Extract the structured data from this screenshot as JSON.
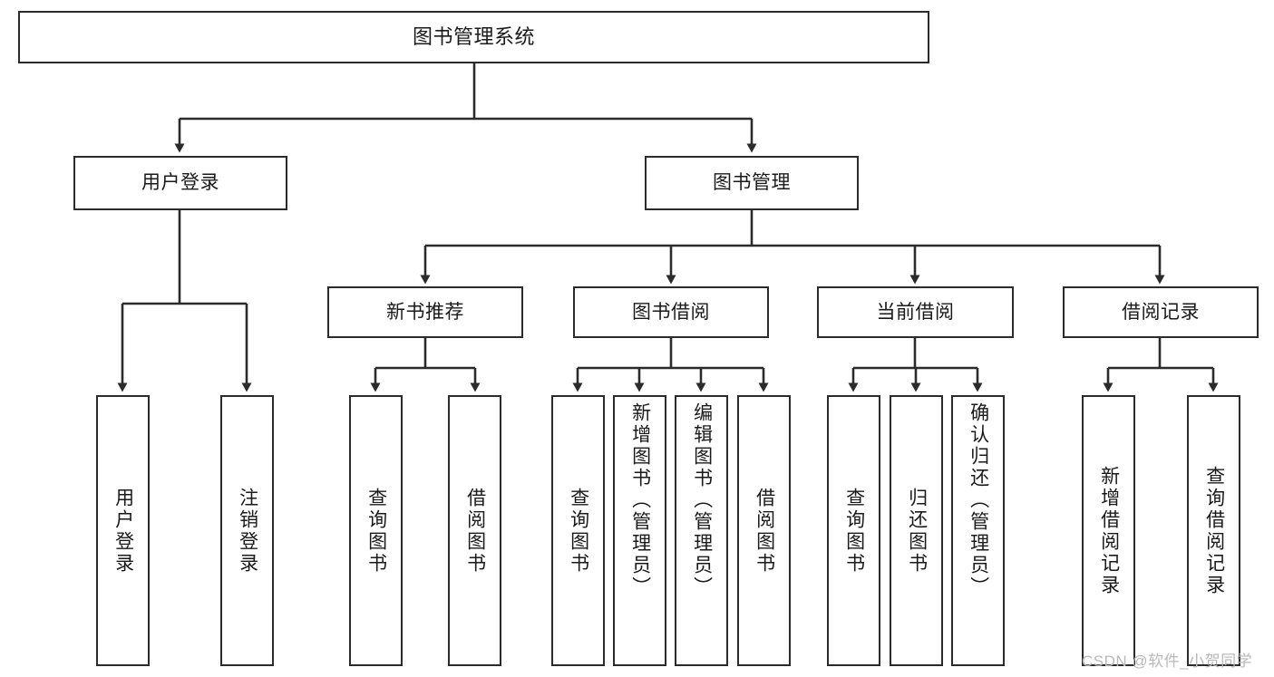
{
  "diagram": {
    "type": "tree-hierarchy-flowchart",
    "title": "图书管理系统",
    "root": {
      "id": "root",
      "label": "图书管理系统"
    },
    "level1": [
      {
        "id": "user-login",
        "label": "用户登录"
      },
      {
        "id": "book-management",
        "label": "图书管理"
      }
    ],
    "level2": [
      {
        "id": "new-book-recommend",
        "label": "新书推荐",
        "parent": "book-management"
      },
      {
        "id": "book-borrow",
        "label": "图书借阅",
        "parent": "book-management"
      },
      {
        "id": "current-borrow",
        "label": "当前借阅",
        "parent": "book-management"
      },
      {
        "id": "borrow-record",
        "label": "借阅记录",
        "parent": "book-management"
      }
    ],
    "leaves": {
      "user_login": [
        {
          "id": "leaf-user-login",
          "label": "用户登录"
        },
        {
          "id": "leaf-user-logout",
          "label": "注销登录"
        }
      ],
      "new_book_recommend": [
        {
          "id": "leaf-query-book-1",
          "label": "查询图书"
        },
        {
          "id": "leaf-borrow-book-1",
          "label": "借阅图书"
        }
      ],
      "book_borrow": [
        {
          "id": "leaf-query-book-2",
          "label": "查询图书"
        },
        {
          "id": "leaf-add-book",
          "label": "新增图书（管理员）"
        },
        {
          "id": "leaf-edit-book",
          "label": "编辑图书（管理员）"
        },
        {
          "id": "leaf-borrow-book-2",
          "label": "借阅图书"
        }
      ],
      "current_borrow": [
        {
          "id": "leaf-query-book-3",
          "label": "查询图书"
        },
        {
          "id": "leaf-return-book",
          "label": "归还图书"
        },
        {
          "id": "leaf-confirm-return",
          "label": "确认归还（管理员）"
        }
      ],
      "borrow_record": [
        {
          "id": "leaf-add-record",
          "label": "新增借阅记录"
        },
        {
          "id": "leaf-query-record",
          "label": "查询借阅记录"
        }
      ]
    },
    "colors": {
      "stroke": "#2b2b2b",
      "fill": "#ffffff",
      "text": "#1a1a1a",
      "watermark": "#b9b9b9"
    }
  },
  "watermark": {
    "text": "CSDN @软件_小贺同学"
  }
}
